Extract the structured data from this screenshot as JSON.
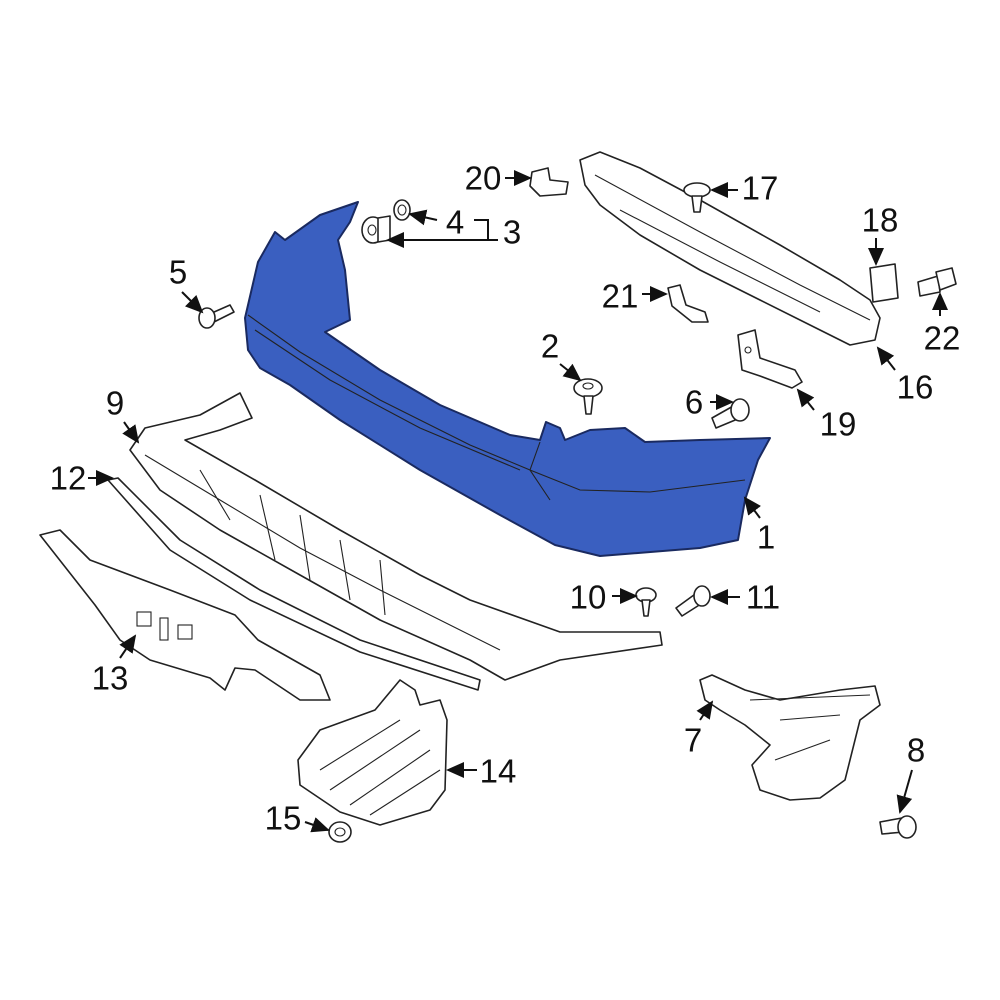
{
  "diagram": {
    "highlight_color": "#3a5fc0",
    "highlighted_part": "1",
    "callouts": [
      {
        "id": "c1",
        "label": "1"
      },
      {
        "id": "c2",
        "label": "2"
      },
      {
        "id": "c3",
        "label": "3"
      },
      {
        "id": "c4",
        "label": "4"
      },
      {
        "id": "c5",
        "label": "5"
      },
      {
        "id": "c6",
        "label": "6"
      },
      {
        "id": "c7",
        "label": "7"
      },
      {
        "id": "c8",
        "label": "8"
      },
      {
        "id": "c9",
        "label": "9"
      },
      {
        "id": "c10",
        "label": "10"
      },
      {
        "id": "c11",
        "label": "11"
      },
      {
        "id": "c12",
        "label": "12"
      },
      {
        "id": "c13",
        "label": "13"
      },
      {
        "id": "c14",
        "label": "14"
      },
      {
        "id": "c15",
        "label": "15"
      },
      {
        "id": "c16",
        "label": "16"
      },
      {
        "id": "c17",
        "label": "17"
      },
      {
        "id": "c18",
        "label": "18"
      },
      {
        "id": "c19",
        "label": "19"
      },
      {
        "id": "c20",
        "label": "20"
      },
      {
        "id": "c21",
        "label": "21"
      },
      {
        "id": "c22",
        "label": "22"
      }
    ]
  }
}
